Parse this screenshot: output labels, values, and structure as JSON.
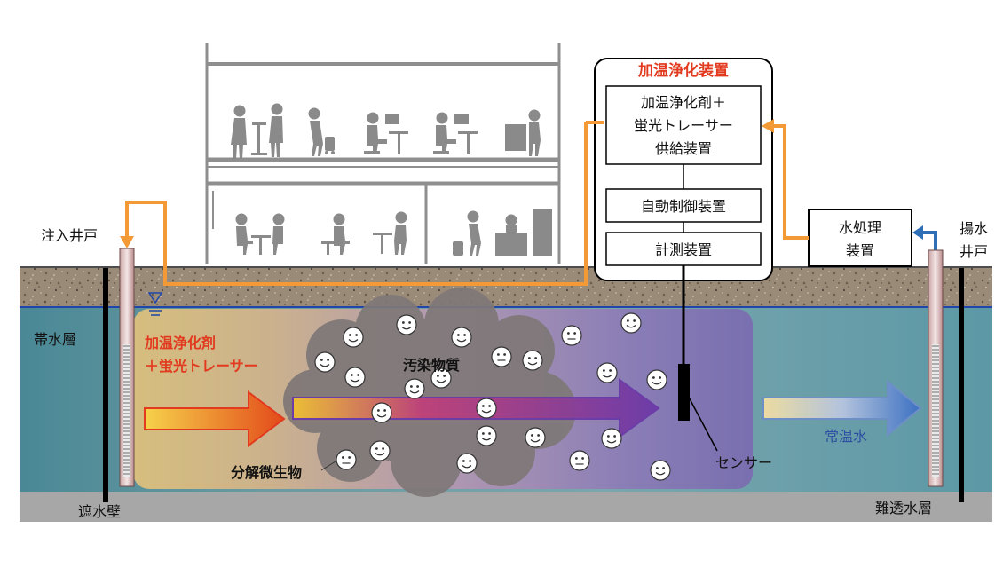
{
  "labels": {
    "injection_well": "注入井戸",
    "extraction_well_line1": "揚水",
    "extraction_well_line2": "井戸",
    "aquifer": "帯水層",
    "cutoff_wall": "遮水壁",
    "impermeable_layer": "難透水層",
    "injected_agent_line1": "加温浄化剤",
    "injected_agent_line2": "＋蛍光トレーサー",
    "contaminant": "汚染物質",
    "microbes": "分解微生物",
    "sensor": "センサー",
    "normal_temp_water": "常温水"
  },
  "device": {
    "title": "加温浄化装置",
    "supply_line1": "加温浄化剤＋",
    "supply_line2": "蛍光トレーサー",
    "supply_line3": "供給装置",
    "control": "自動制御装置",
    "measurement": "計測装置"
  },
  "water_treatment": {
    "line1": "水処理",
    "line2": "装置"
  },
  "colors": {
    "pipe": "#f39a36",
    "title_red": "#e23a1f",
    "agent_red": "#e23a1f",
    "normal_water_blue": "#2c4ea3",
    "water_table": "#1f46a8",
    "extraction_arrow": "#2f6fb8",
    "building_gray": "#8f8f8f"
  },
  "icons": {
    "microbe": "smiley-face-icon",
    "water_table": "water-level-triangle-icon"
  }
}
